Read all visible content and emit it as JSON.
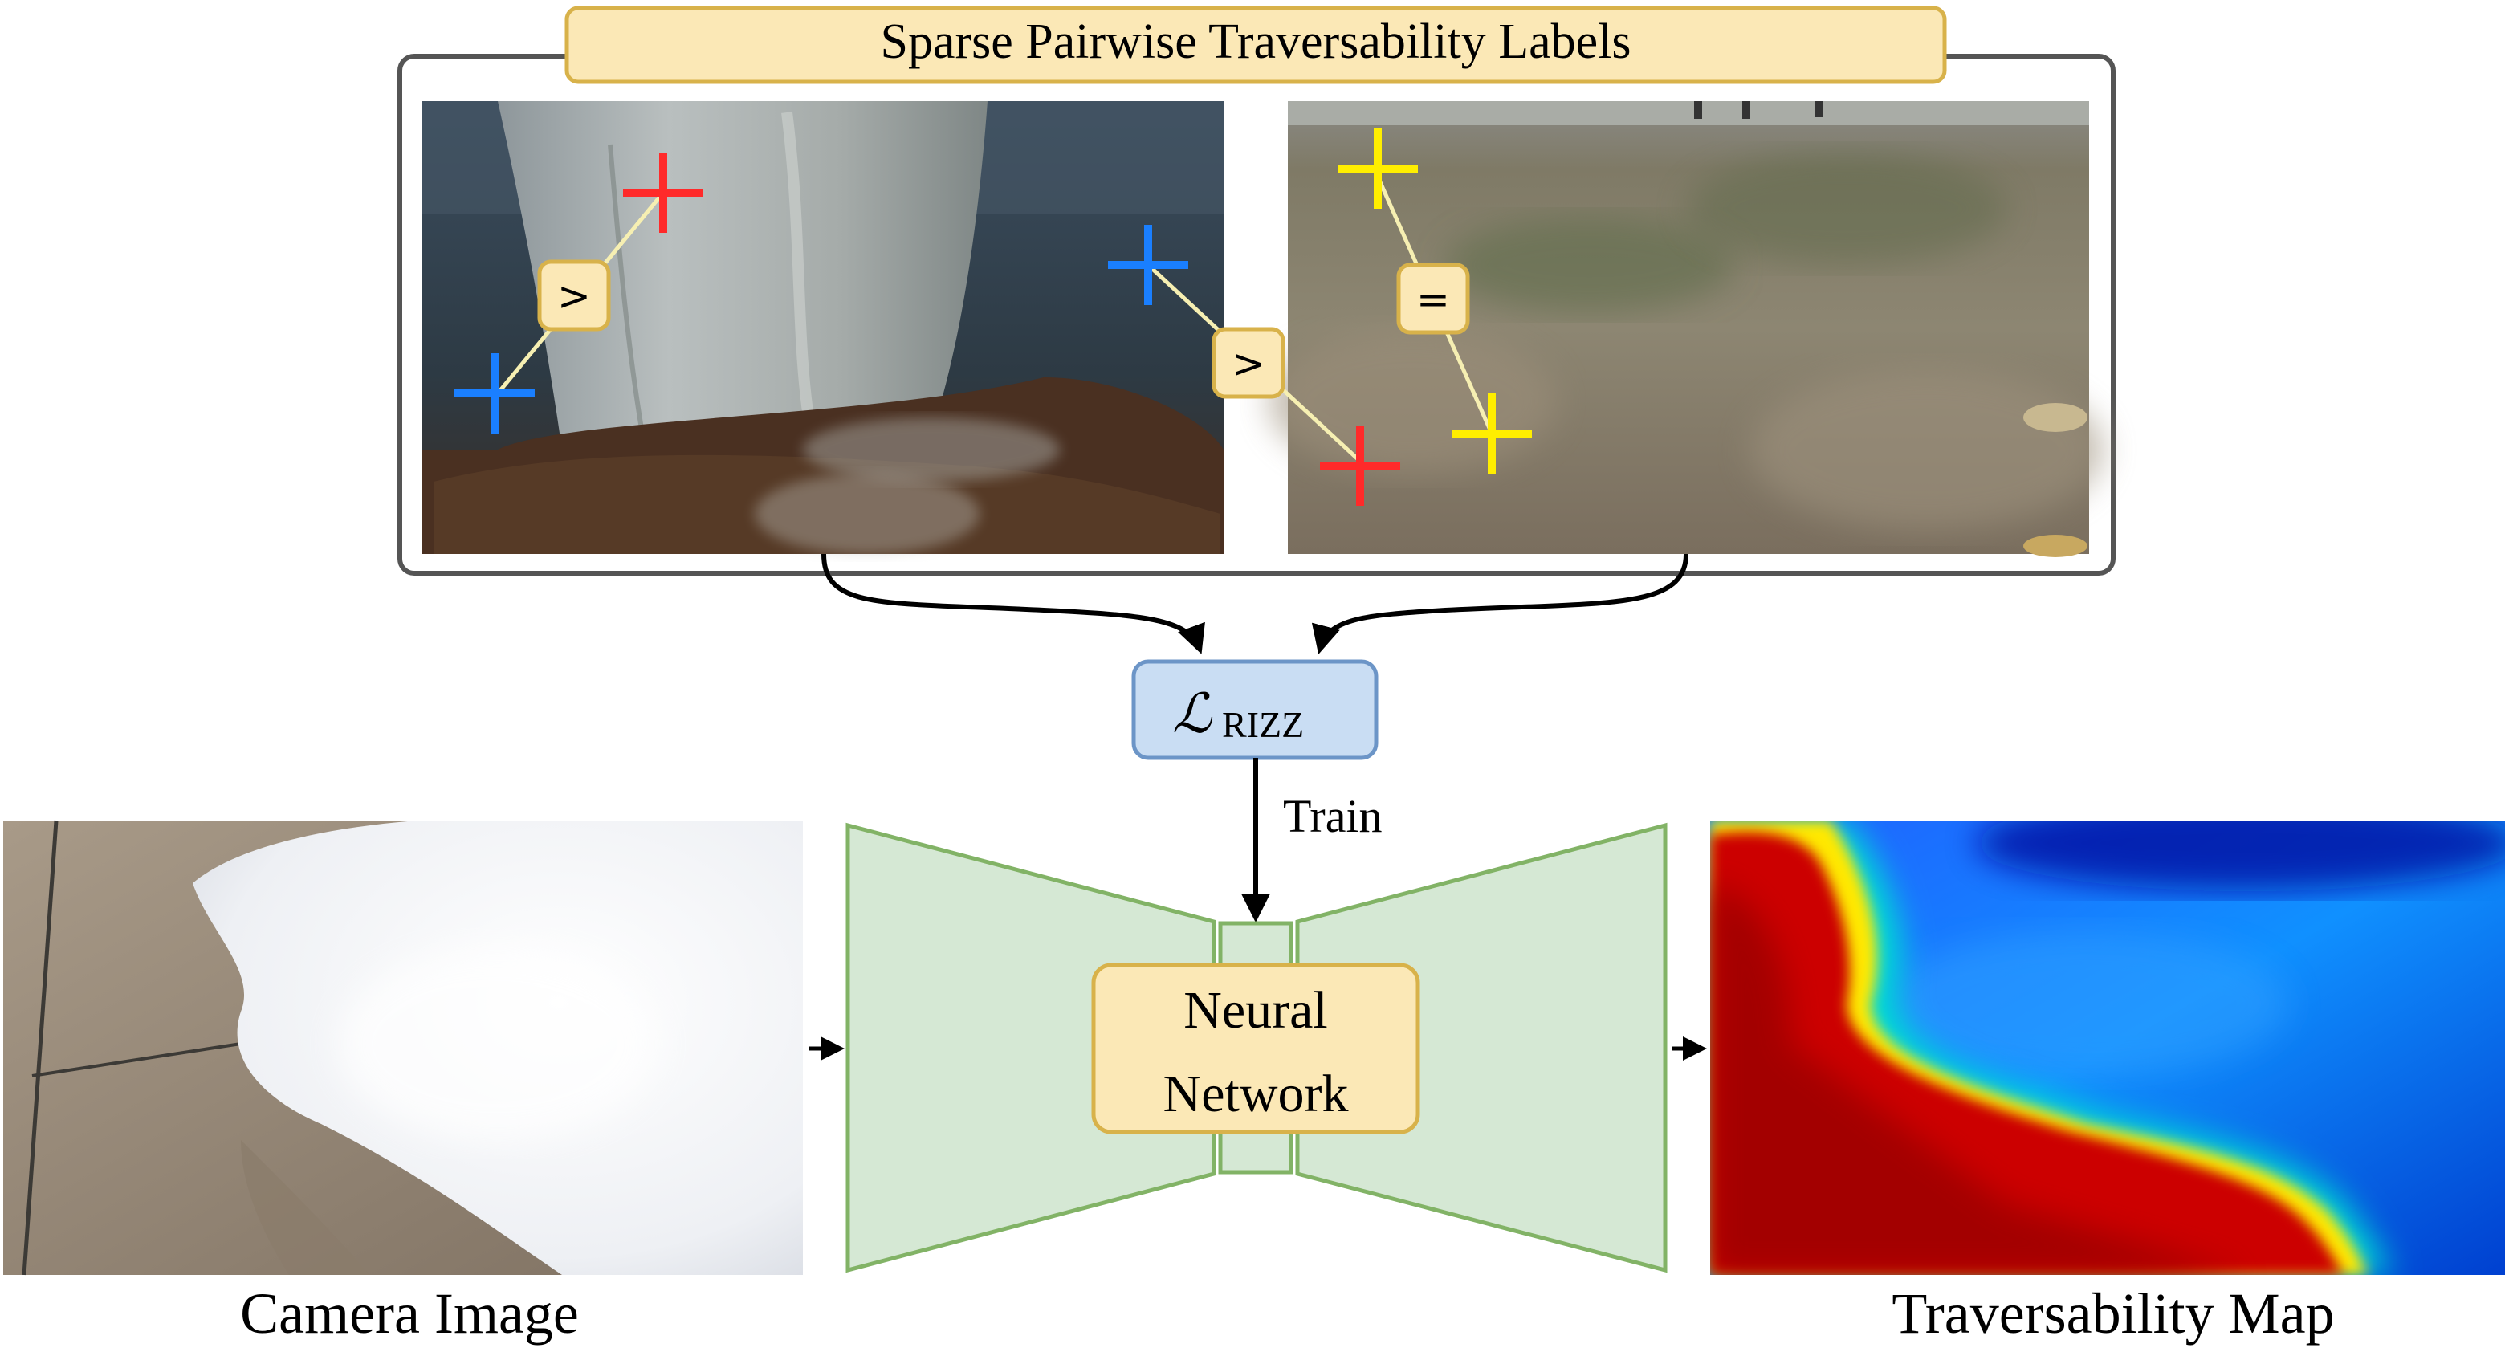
{
  "labels_panel": {
    "title": "Sparse Pairwise Traversability Labels",
    "comparisons": [
      ">",
      ">",
      "="
    ]
  },
  "loss": {
    "symbol": "ℒ",
    "subscript": "RIZZ"
  },
  "train_label": "Train",
  "network": {
    "line1": "Neural",
    "line2": "Network"
  },
  "captions": {
    "input": "Camera Image",
    "output": "Traversability Map"
  },
  "colors": {
    "title_fill": "#fbe8b6",
    "title_stroke": "#d8b24a",
    "loss_fill": "#c9ddf3",
    "loss_stroke": "#6c95c7",
    "network_fill": "#d5e8d4",
    "network_stroke": "#82b366",
    "marker_red": "#ff2a2a",
    "marker_blue": "#1a7fff",
    "marker_yellow": "#ffee00"
  }
}
